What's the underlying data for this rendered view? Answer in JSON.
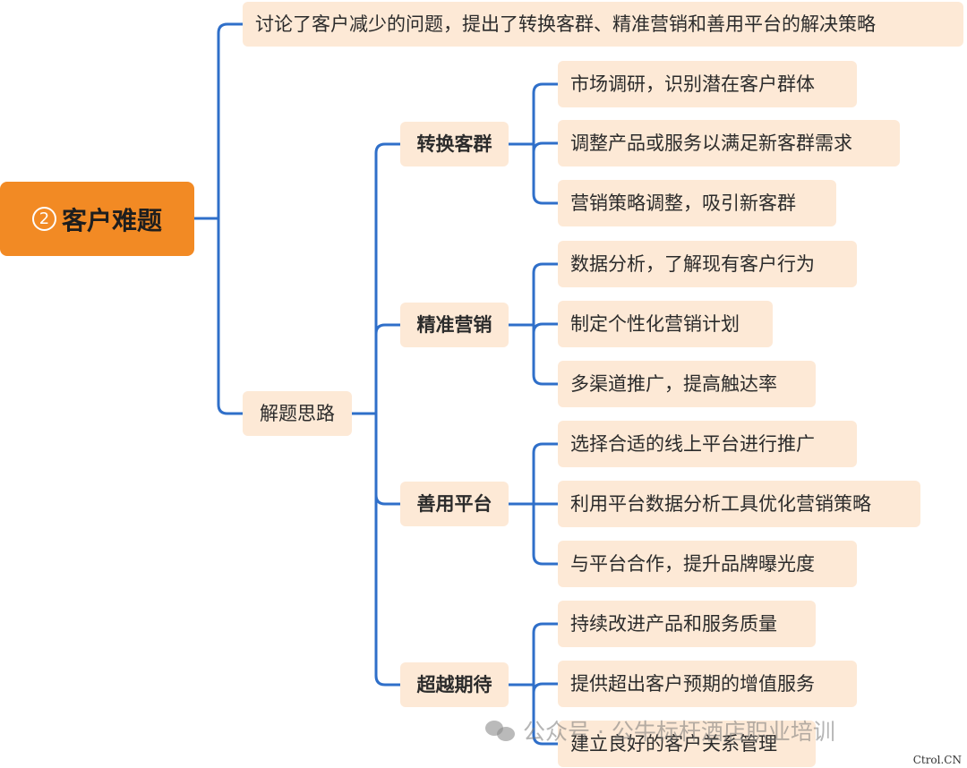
{
  "diagram": {
    "root": {
      "number": "2",
      "label": "客户难题"
    },
    "summary": "讨论了客户减少的问题，提出了转换客群、精准营销和善用平台的解决策略",
    "approach": {
      "label": "解题思路",
      "branches": [
        {
          "label": "转换客群",
          "items": [
            "市场调研，识别潜在客户群体",
            "调整产品或服务以满足新客群需求",
            "营销策略调整，吸引新客群"
          ]
        },
        {
          "label": "精准营销",
          "items": [
            "数据分析，了解现有客户行为",
            "制定个性化营销计划",
            "多渠道推广，提高触达率"
          ]
        },
        {
          "label": "善用平台",
          "items": [
            "选择合适的线上平台进行推广",
            "利用平台数据分析工具优化营销策略",
            "与平台合作，提升品牌曝光度"
          ]
        },
        {
          "label": "超越期待",
          "items": [
            "持续改进产品和服务质量",
            "提供超出客户预期的增值服务",
            "建立良好的客户关系管理"
          ]
        }
      ]
    },
    "line_color": "#2f6fc9"
  },
  "watermark": {
    "text": "公众号 · 公牛标杆酒店职业培训",
    "icon": "wechat-icon"
  },
  "credit": "Ctrol.CN"
}
